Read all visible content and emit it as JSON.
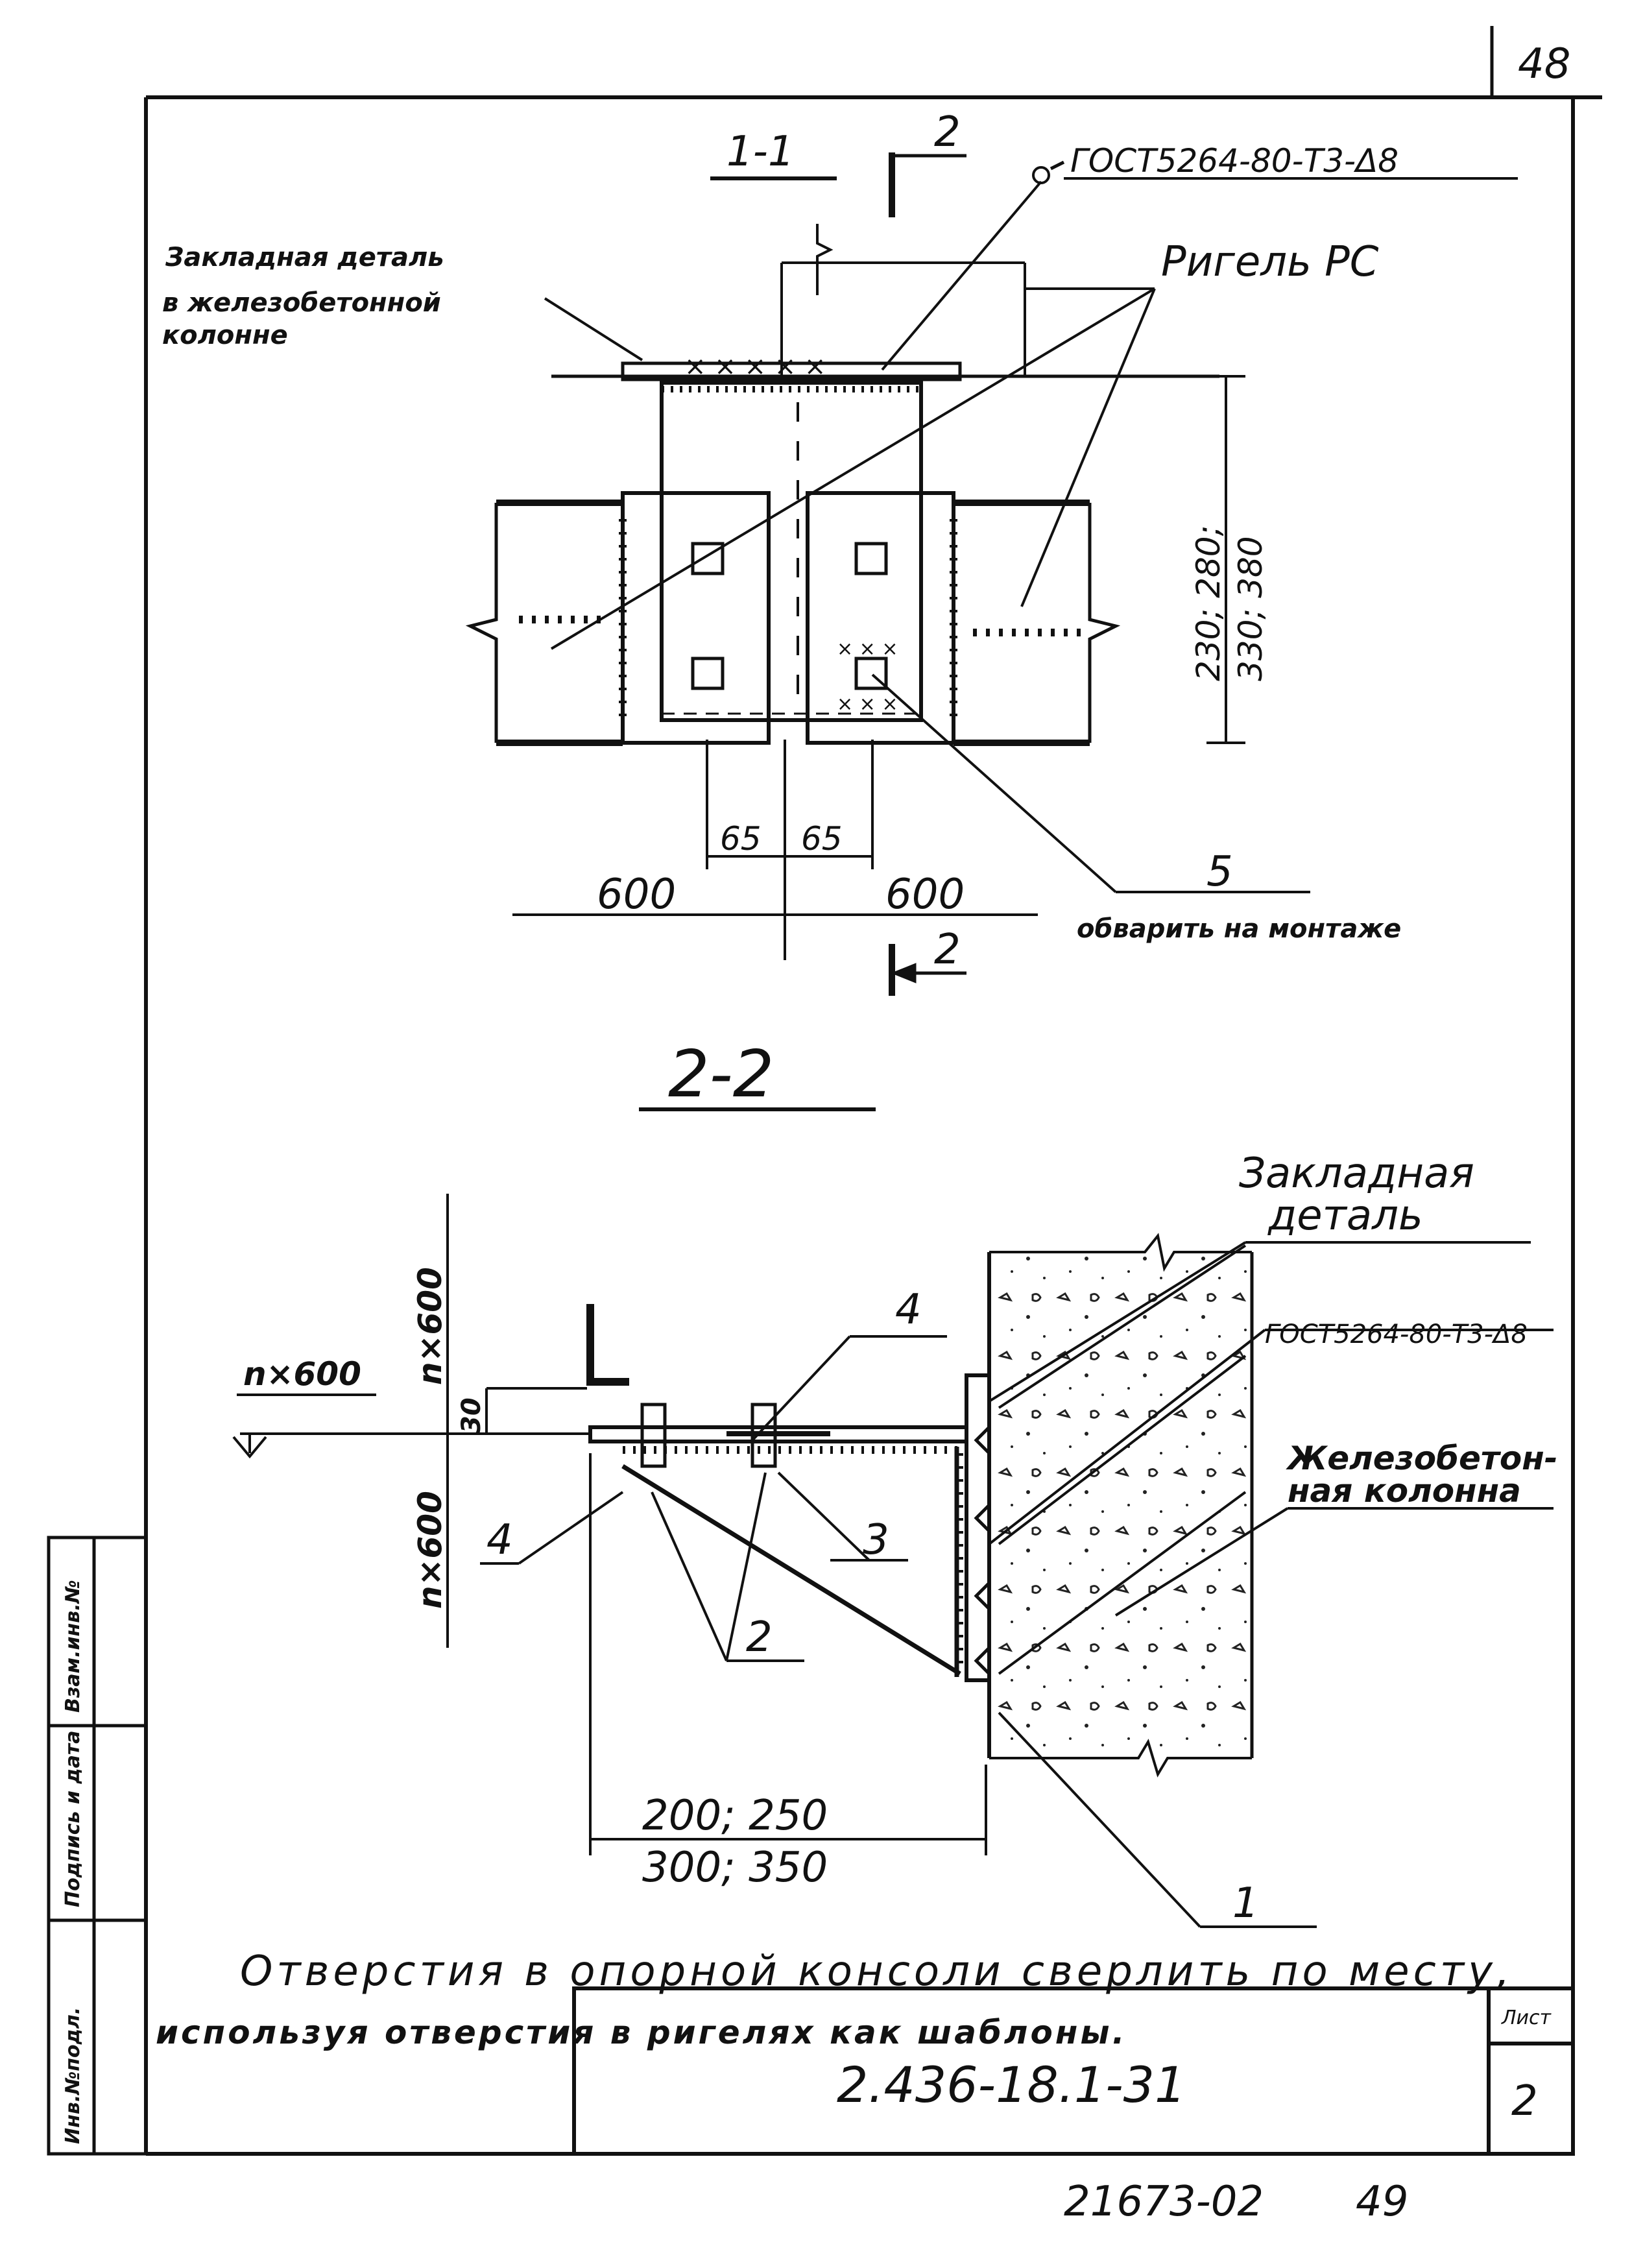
{
  "sheet_corner_number": "48",
  "section_1": {
    "title": "1-1",
    "cut_marker_top": "2",
    "cut_marker_bottom": "2",
    "weld_note": "ГОСТ5264-80-Т3-Δ8",
    "embedded_part_line1": "Закладная деталь",
    "embedded_part_line2": "в железобетонной",
    "embedded_part_line3": "колонне",
    "beam_label": "Ригель РС",
    "height_dim_line1": "230; 280;",
    "height_dim_line2": "330; 380",
    "dim_65_left": "65",
    "dim_65_right": "65",
    "dim_600_left": "600",
    "dim_600_right": "600",
    "callout_5": "5",
    "callout_5_note": "обварить на монтаже"
  },
  "section_2": {
    "title": "2-2",
    "embedded_part_line1": "Закладная",
    "embedded_part_line2": "деталь",
    "weld_note": "ГОСТ5264-80-Т3-Δ8",
    "column_line1": "Железобетон-",
    "column_line2": "ная колонна",
    "dim_level": "n×600",
    "dim_vertical_upper": "n×600",
    "dim_vertical_lower": "n×600",
    "dim_30": "30",
    "callout_4_top": "4",
    "callout_4_left": "4",
    "callout_3": "3",
    "callout_2": "2",
    "callout_1": "1",
    "dim_width_line1": "200; 250",
    "dim_width_line2": "300; 350"
  },
  "note_line1": "Отверстия в опорной консоли сверлить по месту,",
  "note_line2": "используя отверстия в ригелях как шаблоны.",
  "side_stamp": {
    "cell1": "Инв.№подл.",
    "cell2": "Подпись и дата",
    "cell3": "Взам.инв.№"
  },
  "title_block": {
    "doc_code": "2.436-18.1-31",
    "sheet_label": "Лист",
    "sheet_number": "2"
  },
  "bottom_number": "21673-02",
  "bottom_page": "49"
}
